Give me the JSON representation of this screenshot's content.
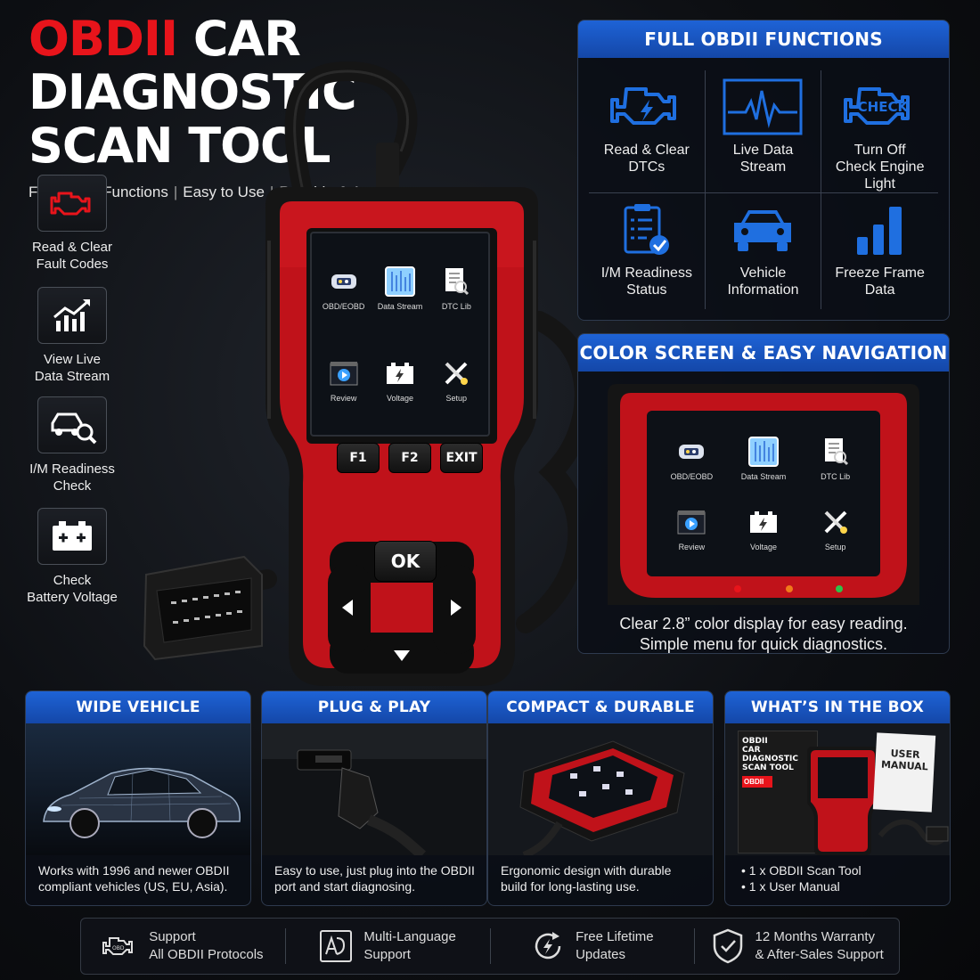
{
  "headline": {
    "title_red": "OBDII",
    "title_rest_1": " CAR DIAGNOSTIC",
    "title_line_2": "SCAN TOOL",
    "tagline": [
      "Full OBDII Functions",
      "Easy to Use",
      "Reliable & Accurate"
    ],
    "separator": "|"
  },
  "left_features": [
    {
      "icon": "engine-icon",
      "label": "Read & Clear\nFault Codes"
    },
    {
      "icon": "chart-icon",
      "label": "View Live\nData Stream"
    },
    {
      "icon": "car-search-icon",
      "label": "I/M Readiness\nCheck"
    },
    {
      "icon": "battery-icon",
      "label": "Check\nBattery Voltage"
    }
  ],
  "device": {
    "menu": [
      {
        "icon": "obd-icon",
        "label": "OBD/EOBD"
      },
      {
        "icon": "data-stream-icon",
        "label": "Data Stream"
      },
      {
        "icon": "dtc-lib-icon",
        "label": "DTC Lib"
      },
      {
        "icon": "review-icon",
        "label": "Review"
      },
      {
        "icon": "voltage-icon",
        "label": "Voltage"
      },
      {
        "icon": "setup-icon",
        "label": "Setup"
      }
    ],
    "keys": [
      "F1",
      "F2",
      "EXIT"
    ],
    "ok": "OK",
    "led_colors": [
      "#e8141b",
      "#f07a1a",
      "#2ec24a"
    ]
  },
  "functions_panel": {
    "title": "FULL OBDII FUNCTIONS",
    "items": [
      {
        "icon": "engine-icon",
        "label": "Read & Clear\nDTCs"
      },
      {
        "icon": "waveform-icon",
        "label": "Live Data\nStream"
      },
      {
        "icon": "check-engine-icon",
        "label": "Turn Off\nCheck Engine\nLight",
        "badge": "CHECK"
      },
      {
        "icon": "clipboard-icon",
        "label": "I/M Readiness\nStatus"
      },
      {
        "icon": "car-icon",
        "label": "Vehicle\nInformation"
      },
      {
        "icon": "bars-icon",
        "label": "Freeze Frame\nData"
      }
    ]
  },
  "color_panel": {
    "title": "COLOR SCREEN & EASY NAVIGATION",
    "caption": "Clear 2.8” color display for easy reading.\nSimple menu for quick diagnostics."
  },
  "cards": [
    {
      "title": "WIDE VEHICLE COMPATIBILITY",
      "caption": "Works with 1996 and newer OBDII\ncompliant vehicles (US, EU, Asia)."
    },
    {
      "title": "PLUG & PLAY",
      "caption": "Easy to use, just plug into the OBDII\nport and start diagnosing."
    },
    {
      "title": "COMPACT & DURABLE DESIGN",
      "caption": "Ergonomic design with durable\nbuild for long-lasting use."
    },
    {
      "title": "WHAT’S IN THE BOX",
      "caption": "• 1 x OBDII Scan Tool\n• 1 x User Manual",
      "box_text": "OBDII\nCAR DIAGNOSTIC\nSCAN TOOL",
      "box_logo": "OBDII",
      "manual_text": "USER\nMANUAL"
    }
  ],
  "footer": [
    {
      "icon": "engine-obd-icon",
      "text": "Support\nAll OBDII Protocols"
    },
    {
      "icon": "language-icon",
      "text": "Multi-Language\nSupport"
    },
    {
      "icon": "update-icon",
      "text": "Free Lifetime\nUpdates"
    },
    {
      "icon": "shield-icon",
      "text": "12 Months Warranty\n& After-Sales Support"
    }
  ],
  "colors": {
    "brand_red": "#e8141b",
    "panel_blue": "#1e63d6",
    "icon_blue": "#1f6fe0"
  }
}
